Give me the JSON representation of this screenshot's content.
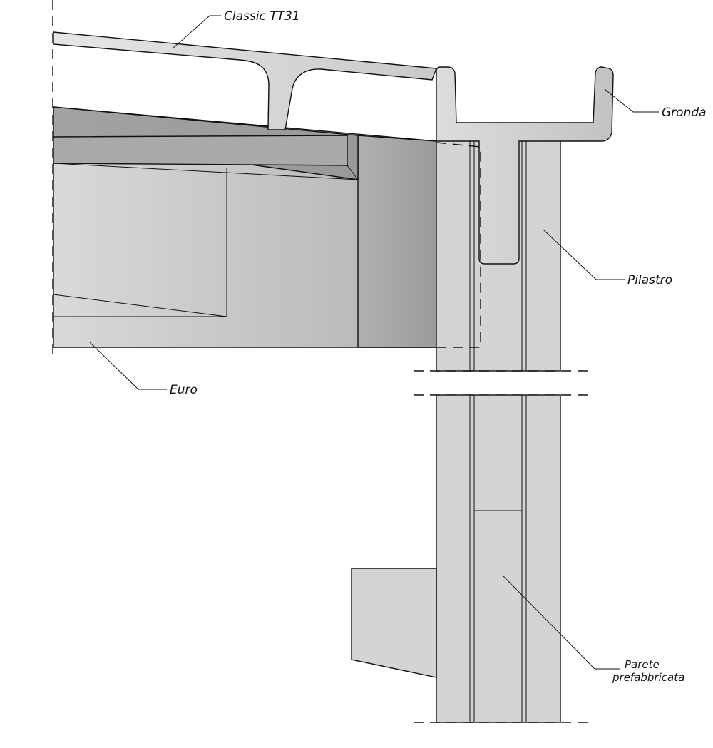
{
  "labels": {
    "classic_tt31": "Classic TT31",
    "gronda": "Gronda",
    "pilastro": "Pilastro",
    "euro": "Euro",
    "parete_line1": "Parete",
    "parete_line2": "prefabbricata"
  },
  "colors": {
    "line": "#111111",
    "fill_light": "#d6d6d6",
    "fill_mid": "#bdbdbd",
    "fill_dark": "#a6a6a6",
    "fill_darker": "#9a9a9a",
    "background": "#ffffff"
  }
}
